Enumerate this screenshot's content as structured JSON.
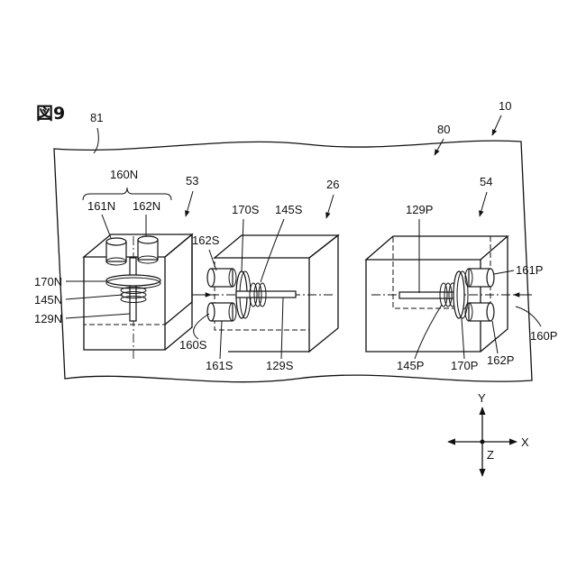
{
  "figure": {
    "title": "図9",
    "labels": {
      "ref_10": "10",
      "ref_80": "80",
      "ref_81": "81",
      "ref_53": "53",
      "ref_26": "26",
      "ref_54": "54",
      "ref_160N": "160N",
      "ref_161N": "161N",
      "ref_162N": "162N",
      "ref_170N": "170N",
      "ref_145N": "145N",
      "ref_129N": "129N",
      "ref_162S": "162S",
      "ref_170S": "170S",
      "ref_145S": "145S",
      "ref_160S": "160S",
      "ref_161S": "161S",
      "ref_129S": "129S",
      "ref_129P": "129P",
      "ref_161P": "161P",
      "ref_160P": "160P",
      "ref_145P": "145P",
      "ref_170P": "170P",
      "ref_162P": "162P"
    },
    "axes": {
      "y": "Y",
      "x": "X",
      "z": "Z"
    }
  }
}
